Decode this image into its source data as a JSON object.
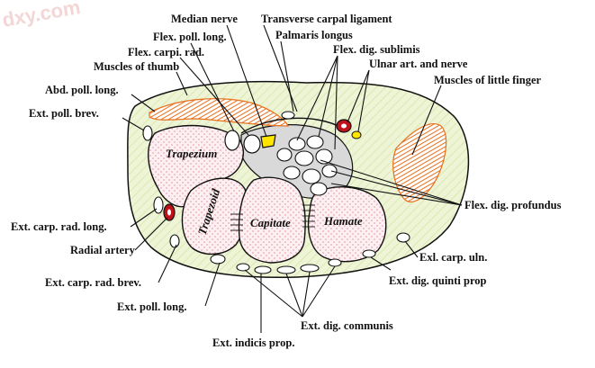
{
  "watermark": "dxy.com",
  "bones": {
    "trapezium": "Trapezium",
    "trapezoid": "Trapezoid",
    "capitate": "Capitate",
    "hamate": "Hamate"
  },
  "labels": {
    "median_nerve": "Median nerve",
    "transverse_carpal_ligament": "Transverse carpal ligament",
    "flex_poll_long_top": "Flex. poll. long.",
    "palmaris_longus": "Palmaris longus",
    "flex_carpi_rad": "Flex. carpi. rad.",
    "flex_dig_sublimis": "Flex. dig. sublimis",
    "muscles_of_thumb": "Muscles of thumb",
    "ulnar_art_and_nerve": "Ulnar art. and nerve",
    "muscles_of_little_finger": "Muscles of little finger",
    "abd_poll_long": "Abd. poll. long.",
    "ext_poll_brev": "Ext. poll. brev.",
    "flex_dig_profundus": "Flex. dig. profundus",
    "ext_carp_rad_long": "Ext. carp. rad. long.",
    "radial_artery": "Radial artery",
    "exl_carp_uln": "Exl. carp. uln.",
    "ext_carp_rad_brev": "Ext. carp. rad. brev.",
    "ext_dig_quinti_prop": "Ext. dig. quinti prop",
    "ext_poll_long": "Ext. poll. long.",
    "ext_dig_communis": "Ext. dig. communis",
    "ext_indicis_prop": "Ext. indicis prop."
  },
  "colors": {
    "skin_fill": "#e9f1cf",
    "bone_fill": "#fbe6ea",
    "muscle": "#e8701e",
    "nerve_yellow": "#ffe600",
    "artery_red": "#c0121b",
    "watermark": "#f3d6d6"
  }
}
